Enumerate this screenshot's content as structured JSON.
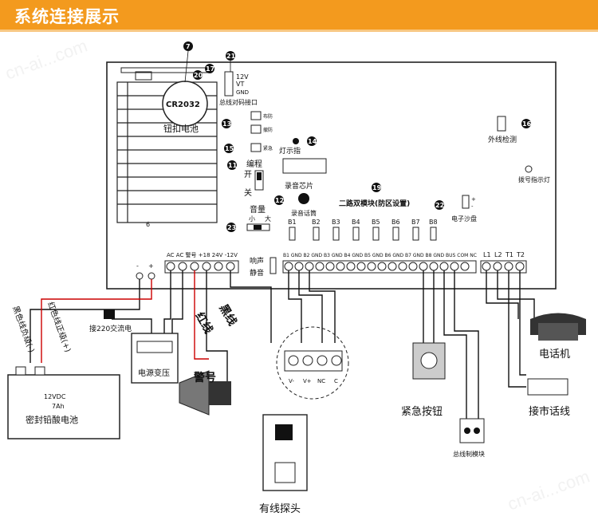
{
  "header": {
    "title": "系统连接展示"
  },
  "board": {
    "battery_label": "CR2032",
    "battery_caption": "钮扣电池",
    "bus_port_label": "总线对码接口",
    "bus_pins": [
      "12V",
      "VT",
      "GND"
    ],
    "btn_labels": [
      "布防",
      "撤防",
      "紧急"
    ],
    "light_indicator": "灯示指",
    "program_label": "编程",
    "program_on": "开",
    "program_off": "关",
    "rec_chip": "录音芯片",
    "rec_mic": "录音话筒",
    "volume_label": "音量",
    "volume_small": "小",
    "volume_large": "大",
    "zone_block_label": "二路双模块(防区设置)",
    "buzzer_label": "电子沙盘",
    "ext_line_label": "外线检测",
    "dial_indicator": "拨号指示灯",
    "sound_mode": "响声",
    "silent_mode": "静音",
    "zone_jumpers": [
      "B1",
      "B2",
      "B3",
      "B4",
      "B5",
      "B6",
      "B7",
      "B8"
    ],
    "callouts": [
      "7",
      "20",
      "17",
      "21",
      "13",
      "15",
      "14",
      "11",
      "12",
      "19",
      "22",
      "16",
      "23",
      "6"
    ],
    "terminal_left": "AC  AC  警号  +18  24V  -12V",
    "terminal_mid": "B1 GND B2 GND B3 GND B4 GND B5 GND B6 GND B7 GND B8 GND BUS COM NC",
    "terminal_right": [
      "L1",
      "L2",
      "T1",
      "T2"
    ]
  },
  "labels": {
    "black_wire_neg": "黑色线负级(-)",
    "red_wire_pos": "红色线正级(+)",
    "ac_input": "接220交流电",
    "transformer": "电源变压",
    "black_wire": "黑线",
    "red_wire": "红线",
    "siren": "警号",
    "battery_spec_v": "12VDC",
    "battery_spec_ah": "7Ah",
    "battery_name": "密封铅酸电池",
    "detector_pins": [
      "V-",
      "V+",
      "NC",
      "C"
    ],
    "wired_detector": "有线探头",
    "panic_button": "紧急按钮",
    "bus_module": "总线制模块",
    "telephone": "电话机",
    "city_line": "接市话线",
    "plus_minus": [
      "-",
      "+"
    ]
  }
}
